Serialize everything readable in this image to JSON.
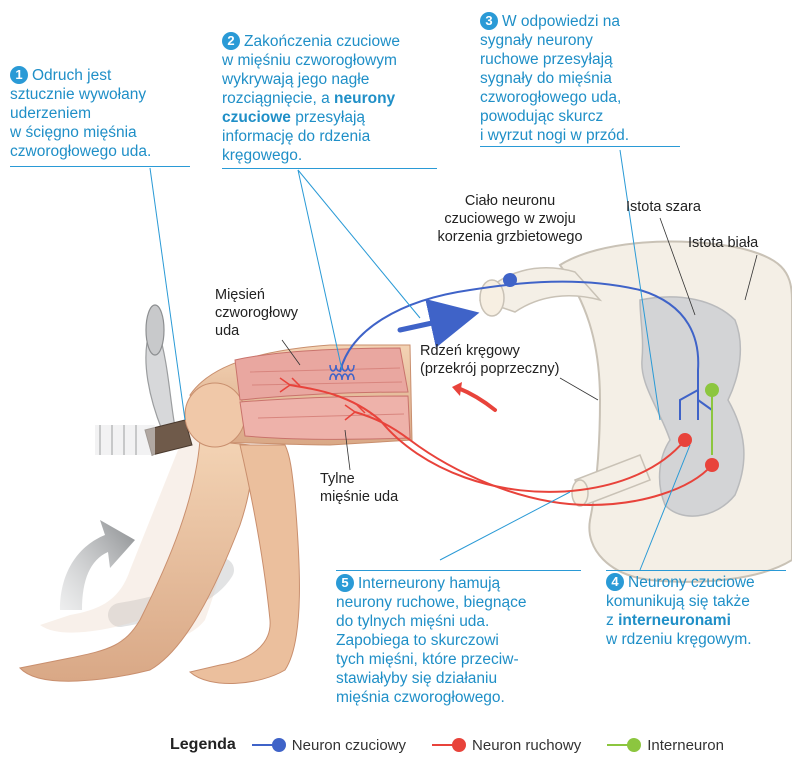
{
  "colors": {
    "accent": "#2a9ad6",
    "sensory": "#3f63c8",
    "motor": "#e8433b",
    "inter": "#8cc63f",
    "skin": "#efc9a6",
    "muscle": "#e9a7a0",
    "grey_matter": "#d3d4d6",
    "white_matter": "#f4efe6"
  },
  "callouts": {
    "c1": {
      "num": "1",
      "lines": [
        "Odruch jest",
        "sztucznie wywołany",
        "uderzeniem",
        "w ścięgno mięśnia",
        "czworogłowego uda."
      ]
    },
    "c2": {
      "num": "2",
      "line1": "Zakończenia czuciowe",
      "line2": "w mięśniu czworogłowym",
      "line3": "wykrywają jego nagłe",
      "line4_plain": "rozciągnięcie, a ",
      "line4_bold": "neurony",
      "line5_bold": "czuciowe",
      "line5_plain": " przesyłają",
      "line6": "informację do rdzenia",
      "line7": "kręgowego."
    },
    "c3": {
      "num": "3",
      "lines": [
        "W odpowiedzi na",
        "sygnały neurony",
        "ruchowe przesyłają",
        "sygnały do mięśnia",
        "czworogłowego uda,",
        "powodując skurcz",
        "i wyrzut nogi w przód."
      ]
    },
    "c4": {
      "num": "4",
      "line1": "Neurony czuciowe",
      "line2": "komunikują się także",
      "line3_plain": "z ",
      "line3_bold": "interneuronami",
      "line4": "w rdzeniu kręgowym."
    },
    "c5": {
      "num": "5",
      "lines": [
        "Interneurony hamują",
        "neurony ruchowe, biegnące",
        "do tylnych mięśni uda.",
        "Zapobiega to skurczowi",
        "tych mięśni, które przeciw-",
        "stawiałyby się działaniu",
        "mięśnia czworogłowego."
      ]
    }
  },
  "labels": {
    "cell_body": [
      "Ciało neuronu",
      "czuciowego w zwoju",
      "korzenia grzbietowego"
    ],
    "grey_matter": "Istota szara",
    "white_matter": "Istota biała",
    "quadriceps": [
      "Mięsień",
      "czworogłowy",
      "uda"
    ],
    "spinal_cord": [
      "Rdzeń kręgowy",
      "(przekrój poprzeczny)"
    ],
    "hamstrings": [
      "Tylne",
      "mięśnie uda"
    ]
  },
  "legend": {
    "title": "Legenda",
    "items": [
      {
        "label": "Neuron czuciowy",
        "color": "#3f63c8"
      },
      {
        "label": "Neuron ruchowy",
        "color": "#e8433b"
      },
      {
        "label": "Interneuron",
        "color": "#8cc63f"
      }
    ]
  }
}
